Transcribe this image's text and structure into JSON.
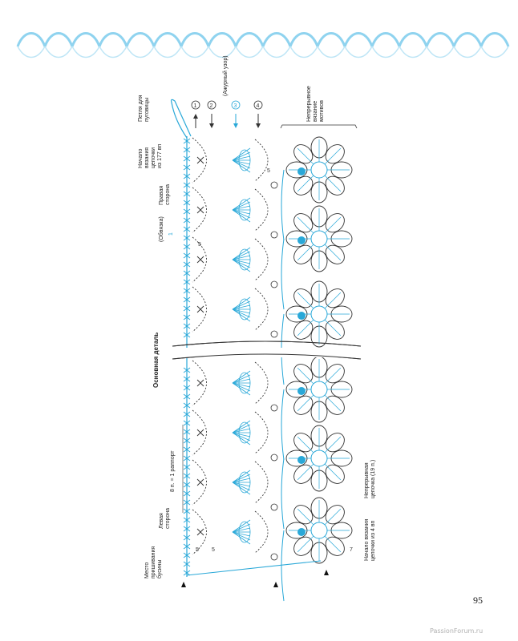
{
  "page": {
    "number": "95",
    "watermark": "PassionForum.ru"
  },
  "colors": {
    "accent": "#29a8d8",
    "ink": "#333333",
    "ornament": "#8fd3ef"
  },
  "diagram": {
    "title": "Основная деталь",
    "row_labels": [
      "1",
      "2",
      "3",
      "4"
    ],
    "openwork_label": "(Ажурный узор)",
    "button_loop": [
      "Петля для",
      "пуговицы"
    ],
    "chain_start_177": [
      "Начало",
      "вязания",
      "цепочки",
      "из 177 вп"
    ],
    "right_side": [
      "Правая",
      "сторона"
    ],
    "edging_label": "(Обвязка)",
    "edging_number": "1",
    "continuous_motifs": [
      "Непрерывное",
      "вязание",
      "мотивов"
    ],
    "repeat_label": "8 п. = 1 раппорт",
    "left_side": [
      "Левая",
      "сторона"
    ],
    "bead_place": [
      "Место",
      "пришивания",
      "бусины"
    ],
    "continuous_chain": [
      "Непрерывная",
      "цепочка (19 п.)"
    ],
    "chain_start_4": [
      "Начало вязания",
      "цепочки из 4 вп"
    ],
    "stitch_count_5": "5",
    "stitch_count_7": "7",
    "motif_count": 6
  }
}
